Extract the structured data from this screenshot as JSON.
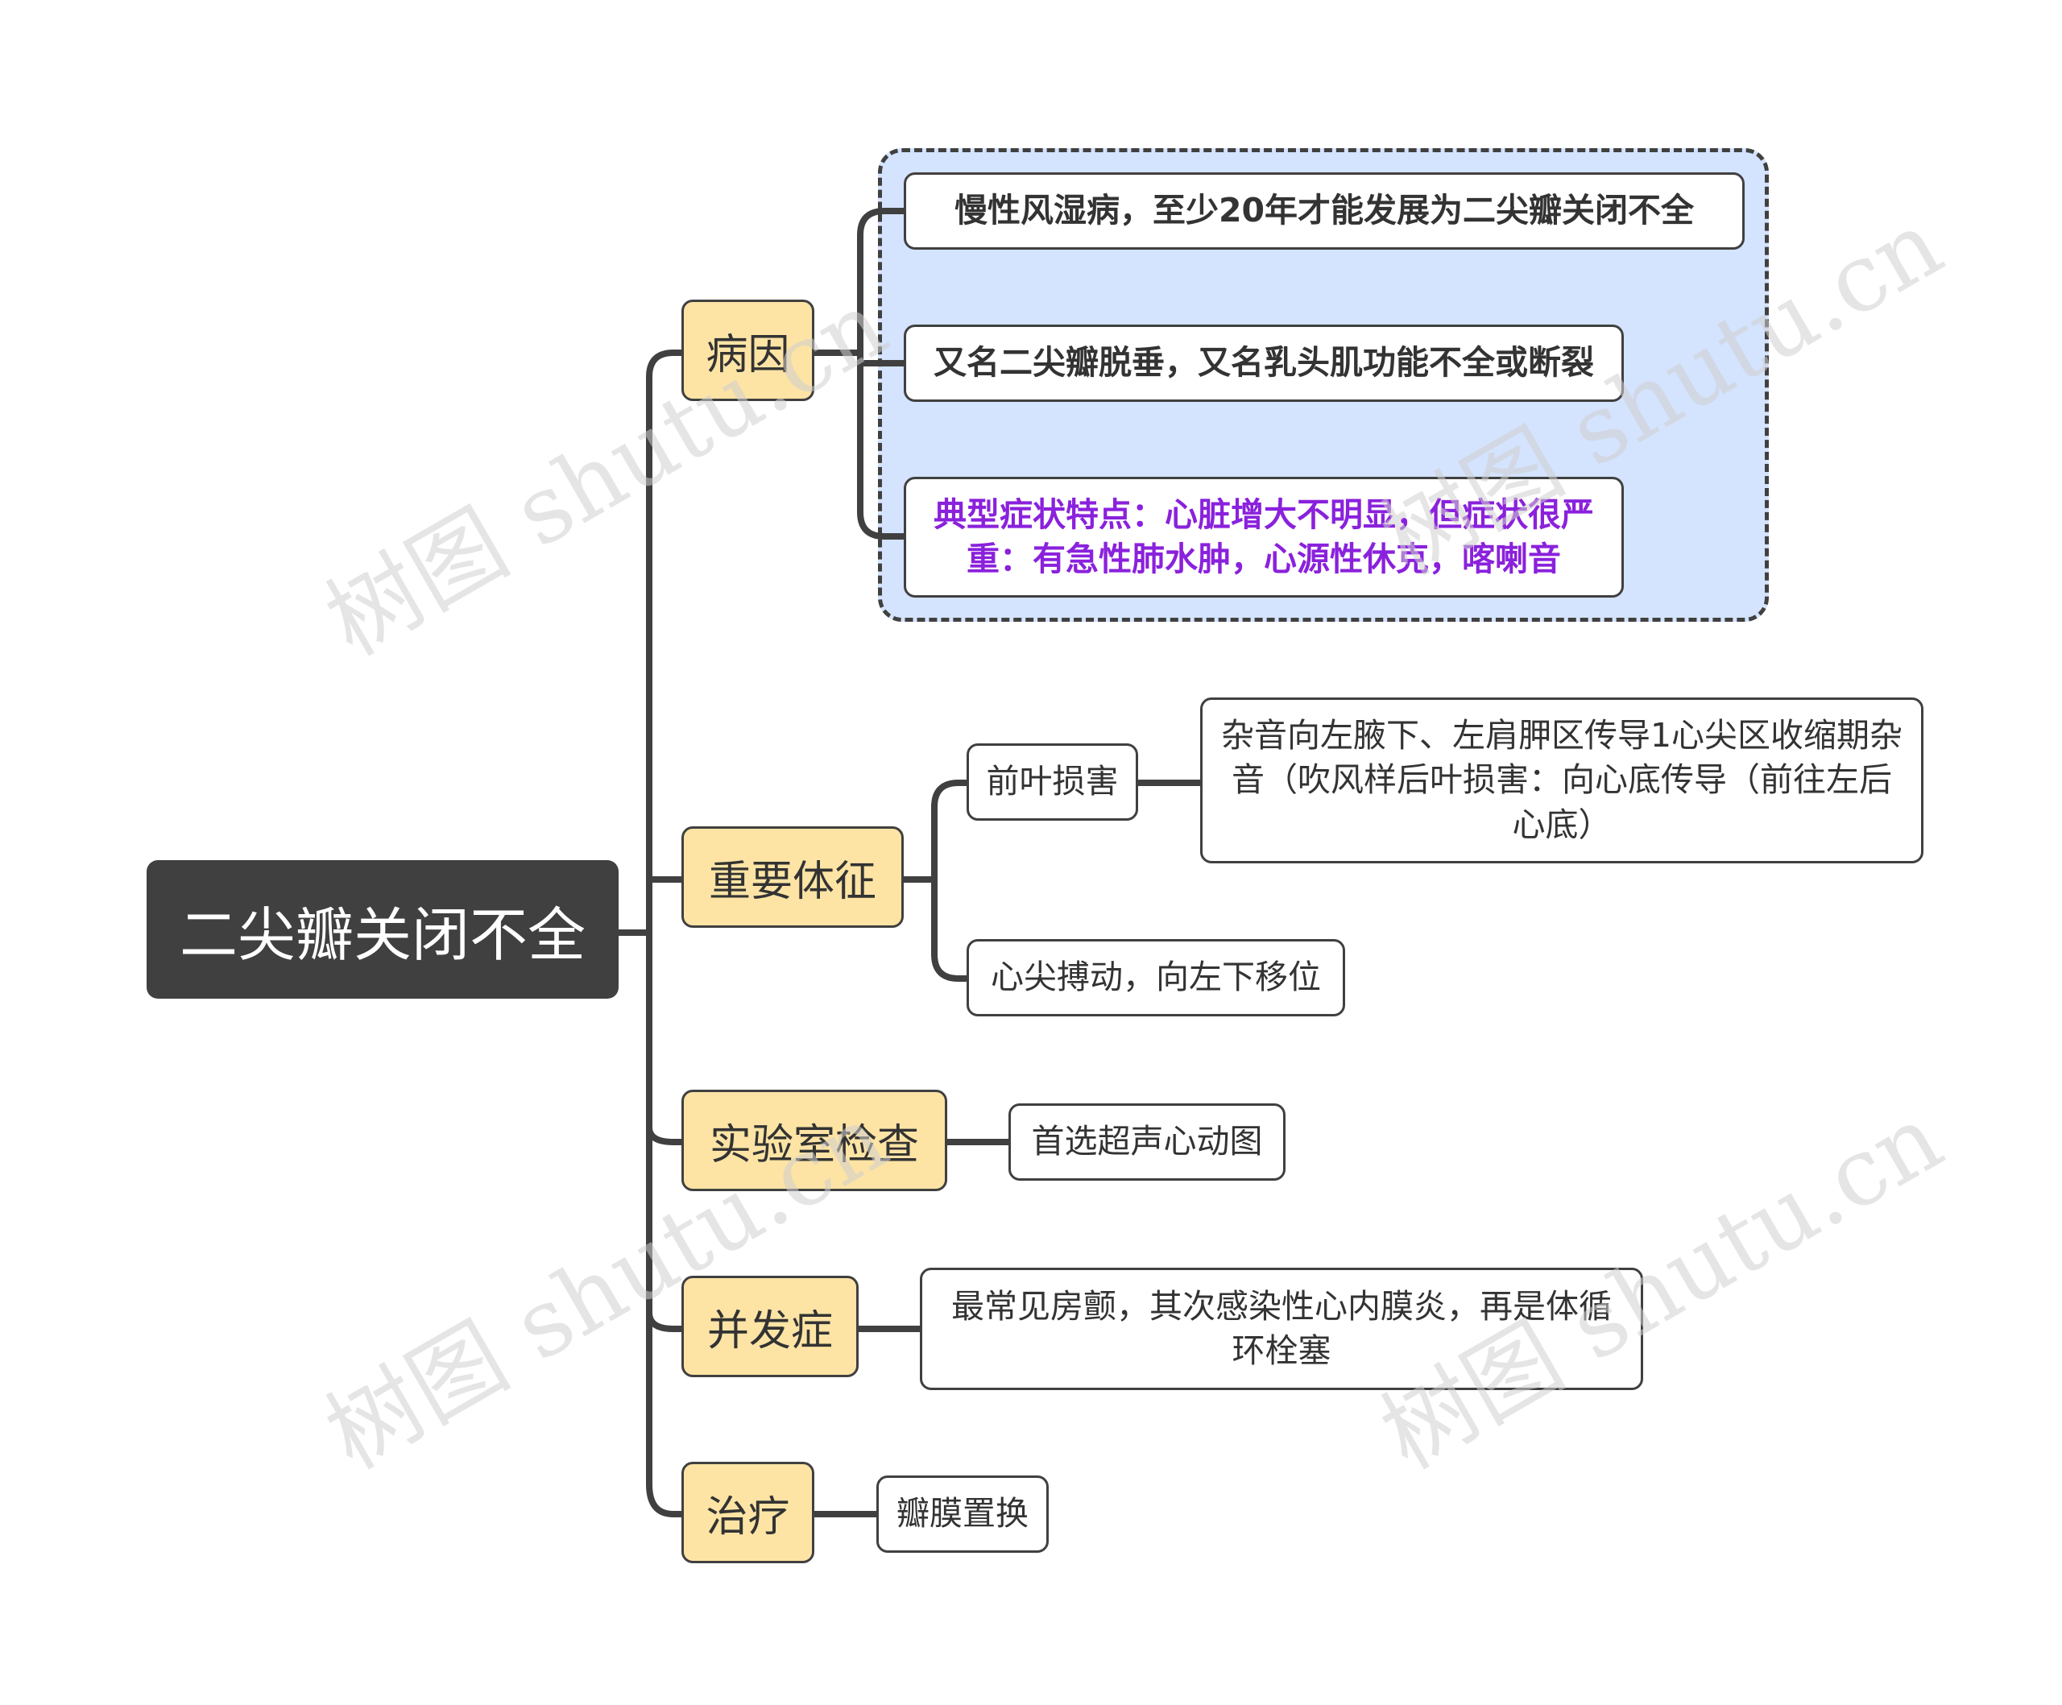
{
  "root": {
    "label": "二尖瓣关闭不全"
  },
  "branches": [
    {
      "label": "病因",
      "children": [
        "慢性风湿病，至少20年才能发展为二尖瓣关闭不全",
        "又名二尖瓣脱垂，又名乳头肌功能不全或断裂",
        "典型症状特点：心脏增大不明显，但症状很严重：有急性肺水肿，心源性休克，喀喇音"
      ]
    },
    {
      "label": "重要体征",
      "children": [
        {
          "label": "前叶损害",
          "detail": "杂音向左腋下、左肩胛区传导1心尖区收缩期杂音（吹风样后叶损害：向心底传导（前往左后心底）"
        },
        {
          "label": "心尖搏动，向左下移位"
        }
      ]
    },
    {
      "label": "实验室检查",
      "children": [
        "首选超声心动图"
      ]
    },
    {
      "label": "并发症",
      "children": [
        "最常见房颤，其次感染性心内膜炎，再是体循环栓塞"
      ]
    },
    {
      "label": "治疗",
      "children": [
        "瓣膜置换"
      ]
    }
  ],
  "watermark": "树图 shutu.cn",
  "colors": {
    "root_bg": "#404040",
    "branch_bg": "#fde4a5",
    "group_bg": "#d4e3fe",
    "line": "#404040",
    "highlight_text": "#8a21dc"
  }
}
